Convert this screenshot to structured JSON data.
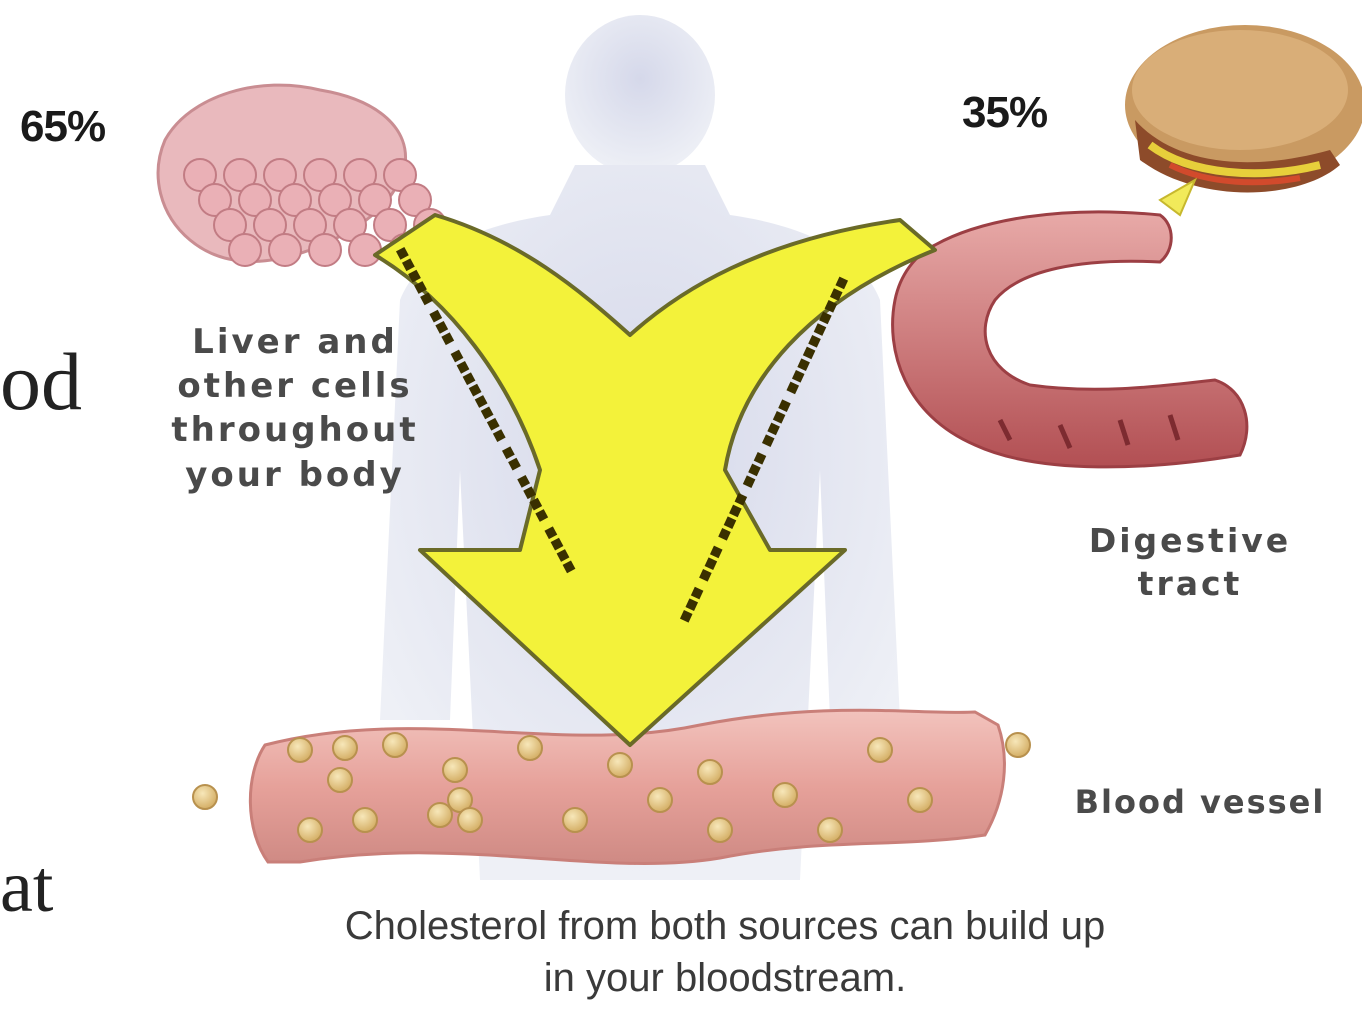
{
  "diagram": {
    "percent_left": "65%",
    "percent_right": "35%",
    "label_liver": "Liver and\nother cells\nthroughout\nyour body",
    "label_digestive": "Digestive\ntract",
    "label_vessel": "Blood vessel",
    "caption": "Cholesterol from both sources can build up\nin your bloodstream.",
    "side_text_1": "od",
    "side_text_2": "at",
    "colors": {
      "arrow": "#f3f23a",
      "silhouette": "#dde0ec",
      "vessel": "#e9a7a0",
      "intestine": "#c0595c",
      "liver": "#e8b3b6"
    }
  }
}
